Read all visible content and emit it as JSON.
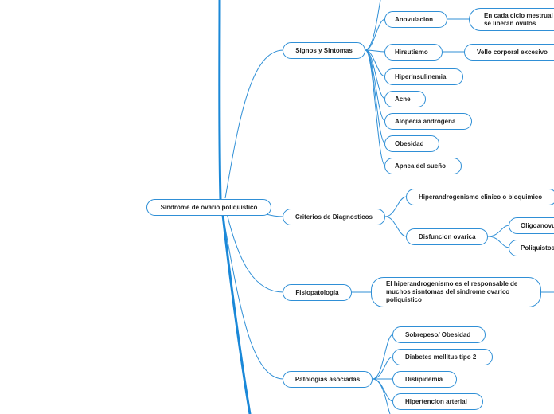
{
  "mindmap": {
    "root": "Síndrome de ovario poliquístico",
    "branches": {
      "signos": {
        "label": "Signos y Sintomas",
        "items": {
          "anovulacion": {
            "label": "Anovulacion",
            "detail": "En cada ciclo mestrual no se liberan ovulos"
          },
          "hirsutismo": {
            "label": "Hirsutismo",
            "detail": "Vello corporal excesivo"
          },
          "hiperinsulinemia": "Hiperinsulinemia",
          "acne": "Acne",
          "alopecia": "Alopecia androgena",
          "obesidad": "Obesidad",
          "apnea": "Apnea del sueño"
        }
      },
      "criterios": {
        "label": "Criterios de Diagnosticos",
        "items": {
          "hiperandrogenismo": "Hiperandrogenismo clinico o bioquimico",
          "disfuncion": {
            "label": "Disfuncion ovarica",
            "children": [
              "Oligoanovulacion",
              "Poliquistosis ovarica"
            ]
          }
        }
      },
      "fisiopatologia": {
        "label": "Fisiopatologia",
        "detail": "El hiperandrogenismo es el responsable de muchos sisntomas del sindrome ovarico poliquistico"
      },
      "patologias": {
        "label": "Patologias asociadas",
        "items": [
          "Sobrepeso/ Obesidad",
          "Diabetes mellitus tipo 2",
          "Dislipidemia",
          "Hipertencion arterial"
        ]
      }
    }
  },
  "colors": {
    "line": "#2f8fd6",
    "trunk": "#1a88d8",
    "node_border": "#2f8fd6",
    "text": "#222222"
  }
}
